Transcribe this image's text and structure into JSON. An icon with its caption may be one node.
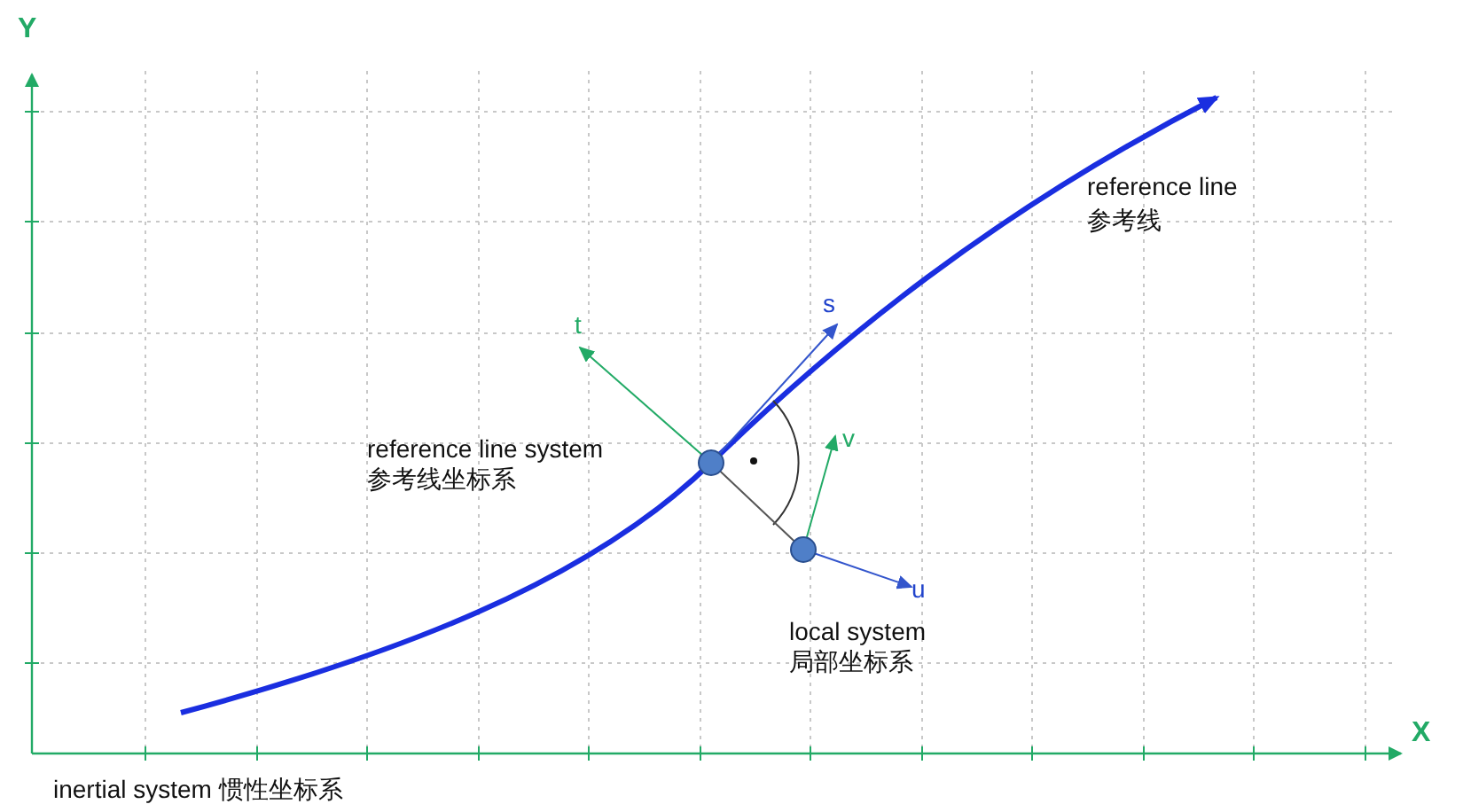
{
  "diagram": {
    "nodes": [
      {
        "text": [],
        "shape": "circle",
        "beside": [
          "reference line system",
          "参考线坐标系"
        ]
      },
      {
        "text": [],
        "shape": "circle",
        "beside": [
          "local system",
          "局部坐标系"
        ]
      },
      {
        "text": [
          "s"
        ]
      },
      {
        "text": [
          "t"
        ]
      },
      {
        "text": [
          "u"
        ]
      },
      {
        "text": [
          "v"
        ]
      }
    ],
    "edges": [
      {
        "from": 0,
        "to": 1,
        "arrow": "none",
        "color": "#555555"
      },
      {
        "from": 0,
        "to": 2,
        "arrow": "to",
        "color": "#3355cc"
      },
      {
        "from": 0,
        "to": 3,
        "arrow": "to",
        "color": "#22aa66"
      },
      {
        "from": 1,
        "to": 4,
        "arrow": "to",
        "color": "#3355cc"
      },
      {
        "from": 1,
        "to": 5,
        "arrow": "to",
        "color": "#22aa66"
      }
    ],
    "labels": [
      "Y",
      "X",
      "reference line",
      "参考线",
      "inertial system 惯性坐标系"
    ]
  }
}
